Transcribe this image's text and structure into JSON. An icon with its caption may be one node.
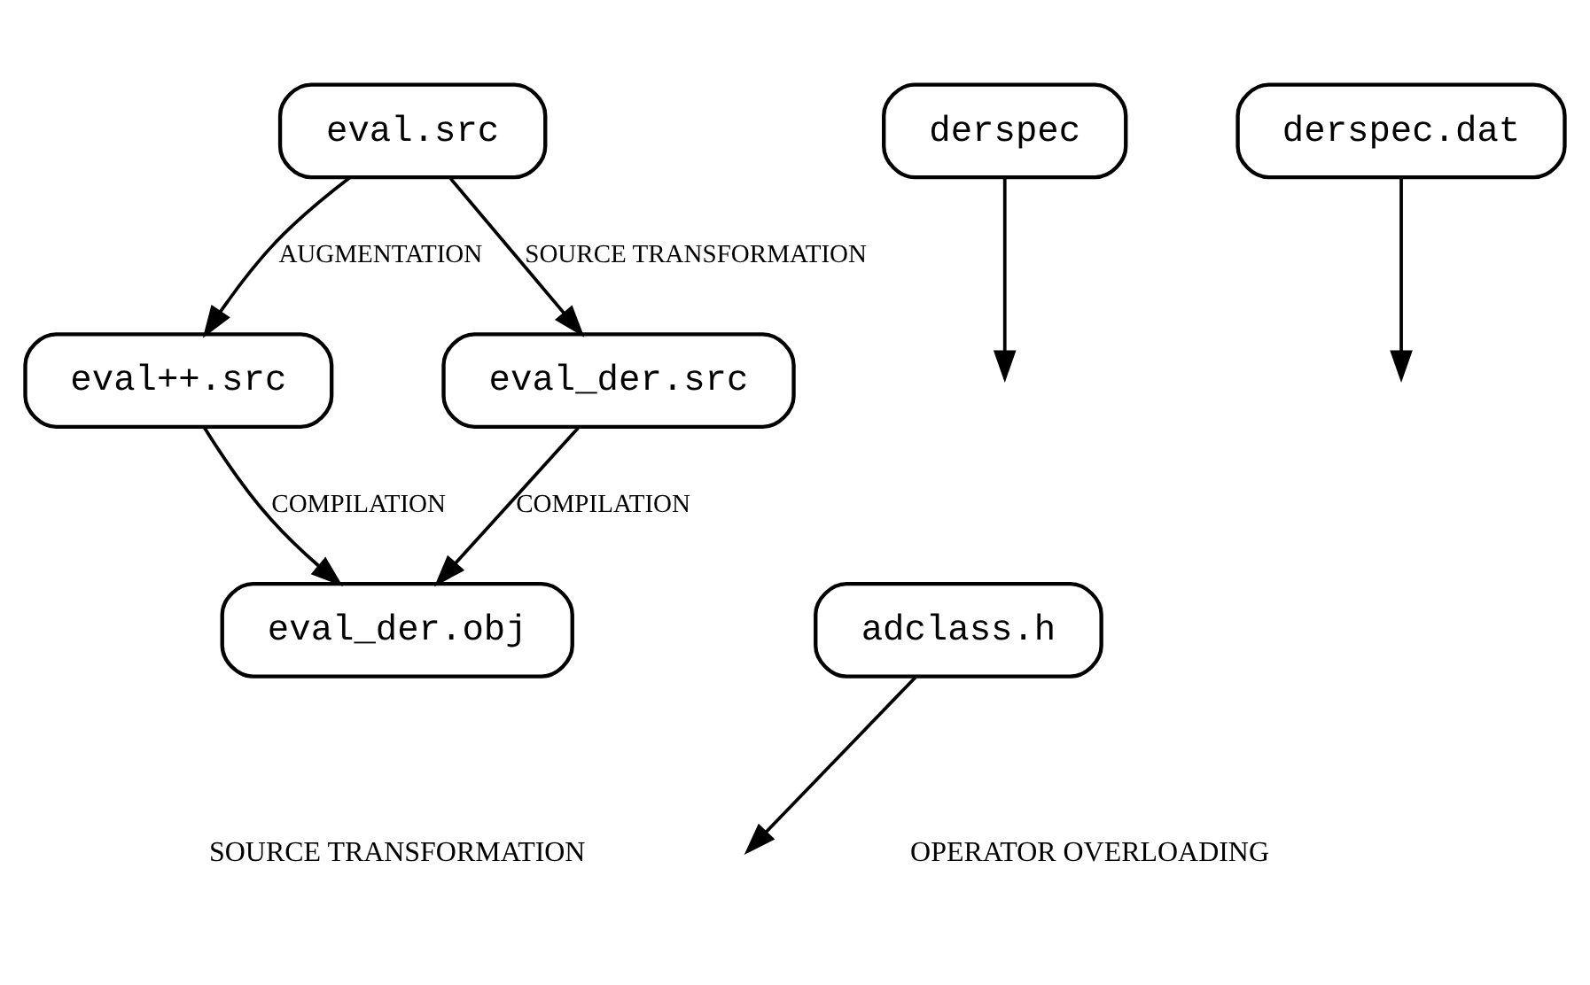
{
  "diagram": {
    "nodes": [
      {
        "text": [
          "eval.src"
        ]
      },
      {
        "text": [
          "derspec"
        ]
      },
      {
        "text": [
          "derspec.dat"
        ]
      },
      {
        "text": [
          "eval++.src"
        ]
      },
      {
        "text": [
          "eval_der.src"
        ]
      },
      {
        "text": [
          "adclass.h"
        ]
      },
      {
        "text": [
          "eval_der.obj"
        ]
      }
    ],
    "edges": [
      {
        "from": 0,
        "to": 3,
        "arrow": "to",
        "label": "AUGMENTATION"
      },
      {
        "from": 0,
        "to": 4,
        "arrow": "to",
        "label": "SOURCE TRANSFORMATION"
      },
      {
        "from": 1,
        "to": null,
        "arrow": "to"
      },
      {
        "from": 2,
        "to": null,
        "arrow": "to"
      },
      {
        "from": 3,
        "to": 6,
        "arrow": "to",
        "label": "COMPILATION"
      },
      {
        "from": 4,
        "to": 6,
        "arrow": "to",
        "label": "COMPILATION"
      },
      {
        "from": 5,
        "to": null,
        "arrow": "to"
      }
    ],
    "labels": [
      "OPERATOR OVERLOADING",
      "SOURCE TRANSFORMATION"
    ]
  }
}
